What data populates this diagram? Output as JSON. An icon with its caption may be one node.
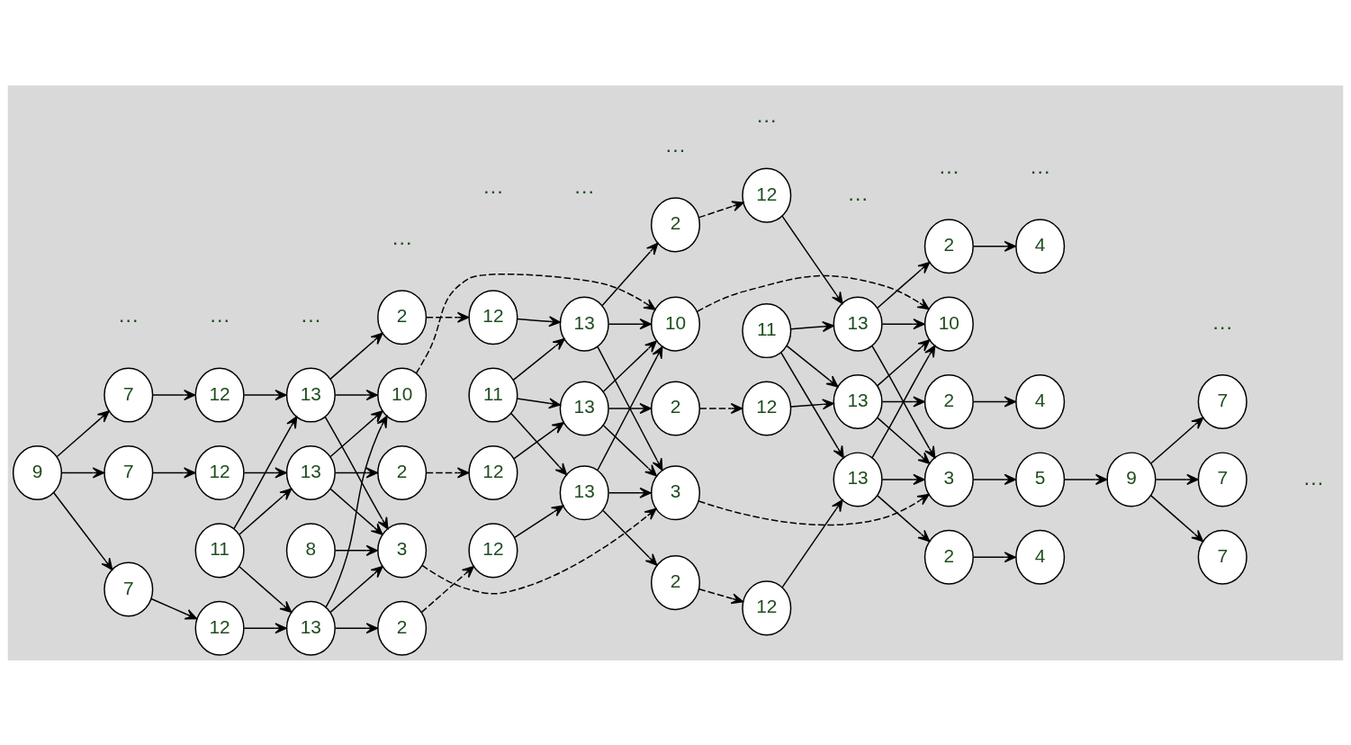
{
  "diagram": {
    "nodes": [
      {
        "text": [
          "9"
        ]
      },
      {
        "text": [
          "11"
        ]
      },
      {
        "text": [
          "10"
        ]
      },
      {
        "text": [
          "7"
        ]
      },
      {
        "text": [
          "12"
        ]
      },
      {
        "text": [
          "13"
        ]
      },
      {
        "text": [
          "2"
        ]
      },
      {
        "text": [
          "7"
        ]
      },
      {
        "text": [
          "12"
        ]
      },
      {
        "text": [
          "13"
        ]
      },
      {
        "text": [
          "2"
        ]
      },
      {
        "text": [
          "7"
        ]
      },
      {
        "text": [
          "12"
        ]
      },
      {
        "text": [
          "13"
        ]
      },
      {
        "text": [
          "2"
        ]
      },
      {
        "text": [
          "8"
        ]
      },
      {
        "text": [
          "3"
        ]
      },
      {
        "text": [
          "11"
        ]
      },
      {
        "text": [
          "10"
        ]
      },
      {
        "text": [
          "12"
        ]
      },
      {
        "text": [
          "13"
        ]
      },
      {
        "text": [
          "2"
        ]
      },
      {
        "text": [
          "12"
        ]
      },
      {
        "text": [
          "13"
        ]
      },
      {
        "text": [
          "2"
        ]
      },
      {
        "text": [
          "12"
        ]
      },
      {
        "text": [
          "13"
        ]
      },
      {
        "text": [
          "2"
        ]
      },
      {
        "text": [
          "3"
        ]
      },
      {
        "text": [
          "11"
        ]
      },
      {
        "text": [
          "10"
        ]
      },
      {
        "text": [
          "12"
        ]
      },
      {
        "text": [
          "13"
        ]
      },
      {
        "text": [
          "2"
        ]
      },
      {
        "text": [
          "4"
        ]
      },
      {
        "text": [
          "12"
        ]
      },
      {
        "text": [
          "13"
        ]
      },
      {
        "text": [
          "2"
        ]
      },
      {
        "text": [
          "4"
        ]
      },
      {
        "text": [
          "12"
        ]
      },
      {
        "text": [
          "13"
        ]
      },
      {
        "text": [
          "2"
        ]
      },
      {
        "text": [
          "4"
        ]
      },
      {
        "text": [
          "3"
        ]
      },
      {
        "text": [
          "5"
        ]
      },
      {
        "text": [
          "9"
        ]
      },
      {
        "text": [
          "7"
        ]
      },
      {
        "text": [
          "7"
        ]
      },
      {
        "text": [
          "7"
        ]
      }
    ],
    "edges": [
      {
        "from": 0,
        "to": 3,
        "arrow": "to"
      },
      {
        "from": 0,
        "to": 7,
        "arrow": "to"
      },
      {
        "from": 0,
        "to": 11,
        "arrow": "to"
      },
      {
        "from": 3,
        "to": 4,
        "arrow": "to"
      },
      {
        "from": 4,
        "to": 5,
        "arrow": "to"
      },
      {
        "from": 7,
        "to": 8,
        "arrow": "to"
      },
      {
        "from": 8,
        "to": 9,
        "arrow": "to"
      },
      {
        "from": 11,
        "to": 12,
        "arrow": "to"
      },
      {
        "from": 12,
        "to": 13,
        "arrow": "to"
      },
      {
        "from": 1,
        "to": 5,
        "arrow": "to"
      },
      {
        "from": 1,
        "to": 9,
        "arrow": "to"
      },
      {
        "from": 1,
        "to": 13,
        "arrow": "to"
      },
      {
        "from": 5,
        "to": 2,
        "arrow": "to"
      },
      {
        "from": 9,
        "to": 2,
        "arrow": "to"
      },
      {
        "from": 13,
        "to": 2,
        "arrow": "to"
      },
      {
        "from": 5,
        "to": 6,
        "arrow": "to"
      },
      {
        "from": 9,
        "to": 10,
        "arrow": "to"
      },
      {
        "from": 13,
        "to": 14,
        "arrow": "to"
      },
      {
        "from": 5,
        "to": 16,
        "arrow": "to"
      },
      {
        "from": 9,
        "to": 16,
        "arrow": "to"
      },
      {
        "from": 13,
        "to": 16,
        "arrow": "to"
      },
      {
        "from": 15,
        "to": 16,
        "arrow": "to"
      },
      {
        "from": 2,
        "to": 18,
        "arrow": "to",
        "style": "dashed"
      },
      {
        "from": 6,
        "to": 19,
        "arrow": "to",
        "style": "dashed"
      },
      {
        "from": 10,
        "to": 22,
        "arrow": "to",
        "style": "dashed"
      },
      {
        "from": 14,
        "to": 25,
        "arrow": "to",
        "style": "dashed"
      },
      {
        "from": 16,
        "to": 28,
        "arrow": "to",
        "style": "dashed"
      },
      {
        "from": 19,
        "to": 20,
        "arrow": "to"
      },
      {
        "from": 22,
        "to": 23,
        "arrow": "to"
      },
      {
        "from": 25,
        "to": 26,
        "arrow": "to"
      },
      {
        "from": 17,
        "to": 20,
        "arrow": "to"
      },
      {
        "from": 17,
        "to": 23,
        "arrow": "to"
      },
      {
        "from": 17,
        "to": 26,
        "arrow": "to"
      },
      {
        "from": 20,
        "to": 18,
        "arrow": "to"
      },
      {
        "from": 23,
        "to": 18,
        "arrow": "to"
      },
      {
        "from": 26,
        "to": 18,
        "arrow": "to"
      },
      {
        "from": 20,
        "to": 21,
        "arrow": "to"
      },
      {
        "from": 23,
        "to": 24,
        "arrow": "to"
      },
      {
        "from": 26,
        "to": 27,
        "arrow": "to"
      },
      {
        "from": 20,
        "to": 28,
        "arrow": "to"
      },
      {
        "from": 23,
        "to": 28,
        "arrow": "to"
      },
      {
        "from": 26,
        "to": 28,
        "arrow": "to"
      },
      {
        "from": 18,
        "to": 30,
        "arrow": "to",
        "style": "dashed"
      },
      {
        "from": 21,
        "to": 31,
        "arrow": "to",
        "style": "dashed"
      },
      {
        "from": 24,
        "to": 35,
        "arrow": "to",
        "style": "dashed"
      },
      {
        "from": 27,
        "to": 39,
        "arrow": "to",
        "style": "dashed"
      },
      {
        "from": 28,
        "to": 43,
        "arrow": "to",
        "style": "dashed"
      },
      {
        "from": 31,
        "to": 32,
        "arrow": "to"
      },
      {
        "from": 35,
        "to": 36,
        "arrow": "to"
      },
      {
        "from": 39,
        "to": 40,
        "arrow": "to"
      },
      {
        "from": 29,
        "to": 32,
        "arrow": "to"
      },
      {
        "from": 29,
        "to": 36,
        "arrow": "to"
      },
      {
        "from": 29,
        "to": 40,
        "arrow": "to"
      },
      {
        "from": 32,
        "to": 30,
        "arrow": "to"
      },
      {
        "from": 36,
        "to": 30,
        "arrow": "to"
      },
      {
        "from": 40,
        "to": 30,
        "arrow": "to"
      },
      {
        "from": 32,
        "to": 33,
        "arrow": "to"
      },
      {
        "from": 36,
        "to": 37,
        "arrow": "to"
      },
      {
        "from": 40,
        "to": 41,
        "arrow": "to"
      },
      {
        "from": 33,
        "to": 34,
        "arrow": "to"
      },
      {
        "from": 37,
        "to": 38,
        "arrow": "to"
      },
      {
        "from": 41,
        "to": 42,
        "arrow": "to"
      },
      {
        "from": 32,
        "to": 43,
        "arrow": "to"
      },
      {
        "from": 36,
        "to": 43,
        "arrow": "to"
      },
      {
        "from": 40,
        "to": 43,
        "arrow": "to"
      },
      {
        "from": 43,
        "to": 44,
        "arrow": "to"
      },
      {
        "from": 44,
        "to": 45,
        "arrow": "to"
      },
      {
        "from": 45,
        "to": 46,
        "arrow": "to"
      },
      {
        "from": 45,
        "to": 47,
        "arrow": "to"
      },
      {
        "from": 45,
        "to": 48,
        "arrow": "to"
      }
    ],
    "labels": [
      "…",
      "…",
      "…",
      "…",
      "…",
      "…",
      "…",
      "…",
      "…",
      "…",
      "…",
      "…",
      "…"
    ]
  }
}
